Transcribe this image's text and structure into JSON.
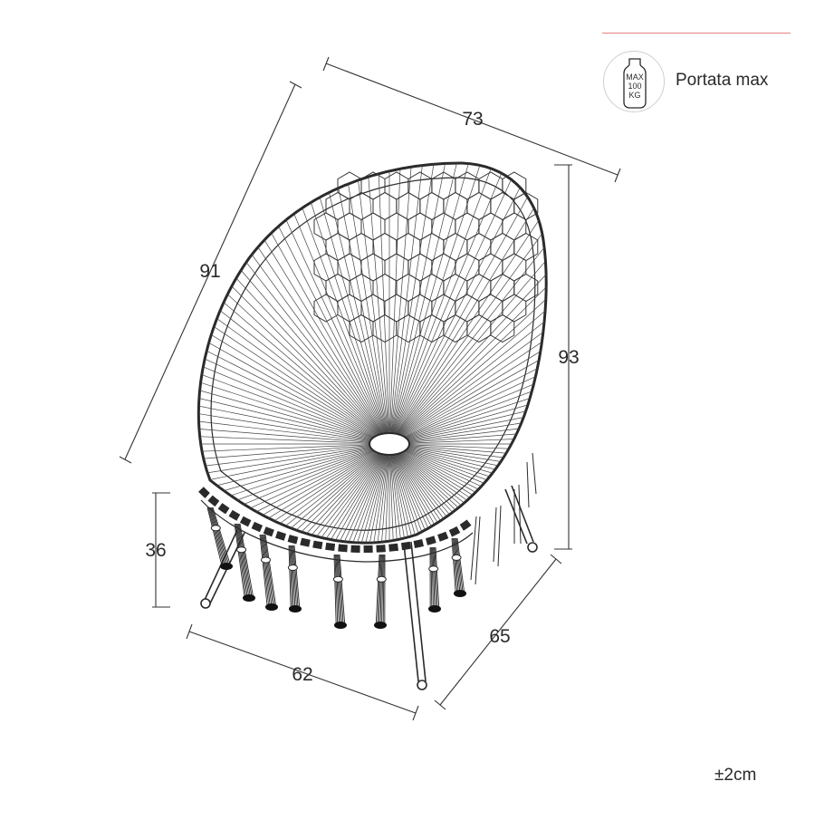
{
  "legend": {
    "label": "Portata max",
    "badge": {
      "line1": "MAX",
      "line2": "100",
      "line3": "KG"
    },
    "accent_color": "#e8837f",
    "icon": "weight-icon"
  },
  "dimensions": {
    "width": "73",
    "diagonal": "91",
    "height": "93",
    "seat_height": "36",
    "base_width": "62",
    "base_depth": "65"
  },
  "tolerance": "±2cm",
  "product": {
    "icon": "egg-chair-drawing"
  }
}
